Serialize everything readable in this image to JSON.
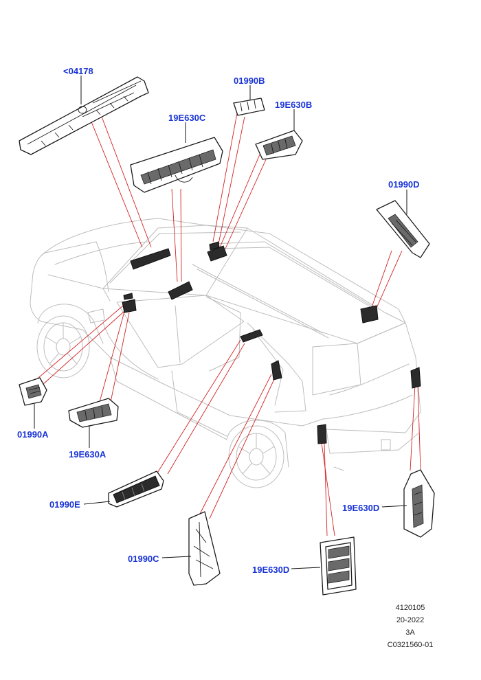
{
  "callouts": {
    "roof_console": "<04178",
    "rear_vent_b": "01990B",
    "front_vent_c": "19E630C",
    "roof_vent_b": "19E630B",
    "rear_roof_vent_d": "01990D",
    "left_vent_a": "01990A",
    "dash_vent_a": "19E630A",
    "center_vent_e": "01990E",
    "pillar_duct_c": "01990C",
    "side_vent_d": "19E630D",
    "quarter_vent_d": "19E630D"
  },
  "meta": {
    "drawing_number": "4120105",
    "date_range": "20-2022",
    "revision": "3A",
    "code": "C0321560-01"
  }
}
